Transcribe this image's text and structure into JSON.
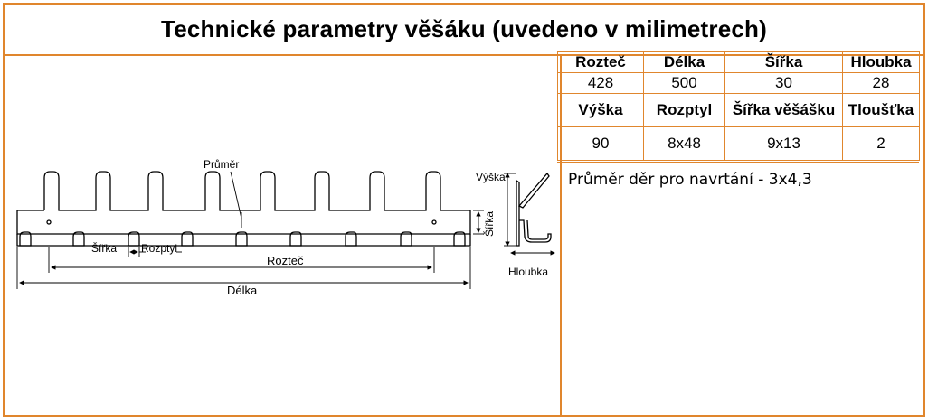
{
  "title": "Technické parametry věšáku (uvedeno v milimetrech)",
  "drawing_labels": {
    "prumer": "Průměr",
    "sirka": "Šířka",
    "rozptyl": "Rozptyl",
    "roztec": "Rozteč",
    "delka": "Délka",
    "vyska": "Výška",
    "sirka_side": "Šířka",
    "hloubka": "Hloubka"
  },
  "table": {
    "row1_headers": [
      "Rozteč",
      "Délka",
      "Šířka",
      "Hloubka"
    ],
    "row1_values": [
      "428",
      "500",
      "30",
      "28"
    ],
    "row2_headers": [
      "Výška",
      "Rozptyl",
      "Šířka věšášku",
      "Tloušťka"
    ],
    "row2_values": [
      "90",
      "8x48",
      "9x13",
      "2"
    ]
  },
  "note": "Průměr děr pro navrtání - 3x4,3",
  "colors": {
    "border": "#e0862d"
  }
}
